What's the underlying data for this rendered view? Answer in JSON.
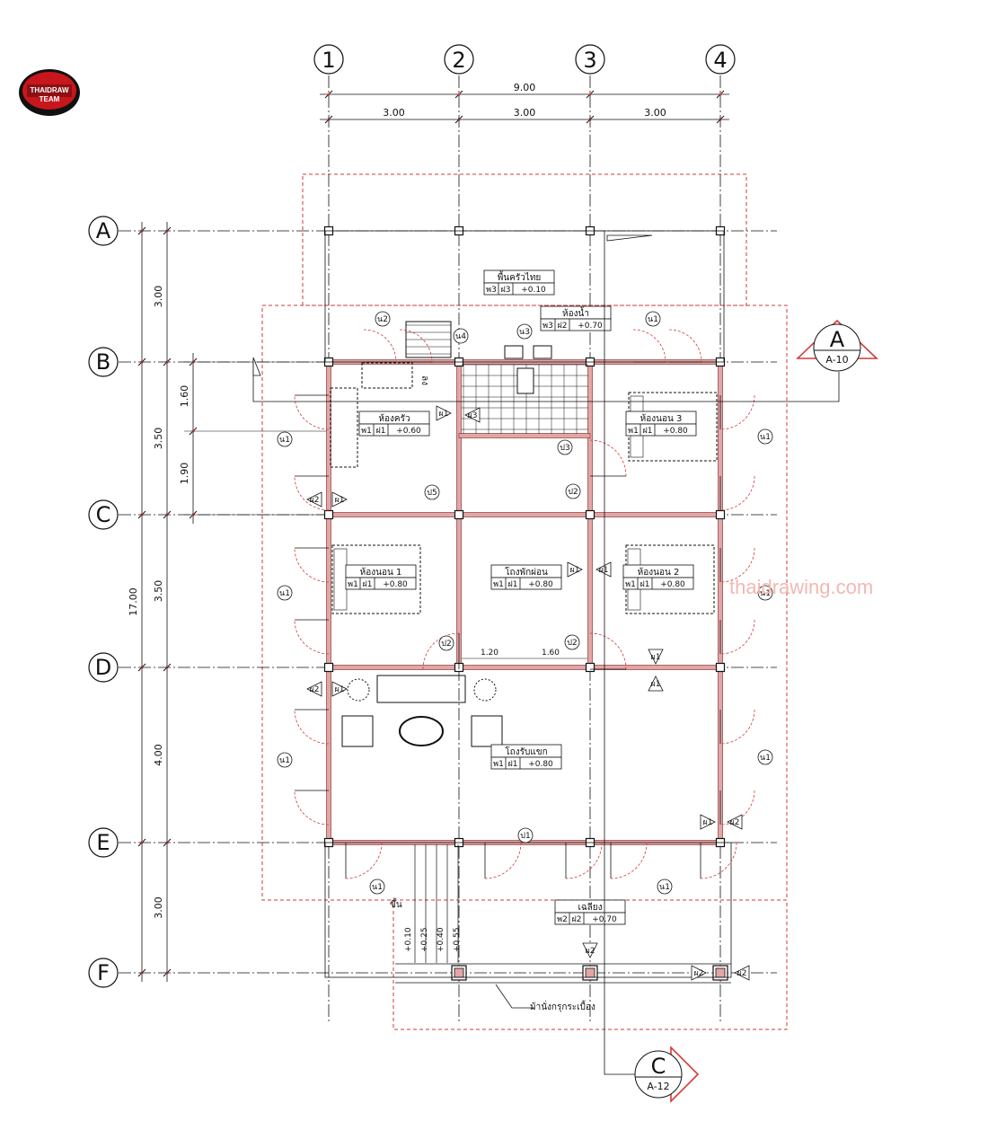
{
  "logo": {
    "brand": "THAIDRAW",
    "sub": "TEAM"
  },
  "watermark": "thaidrawing.com",
  "grid": {
    "columns": [
      "1",
      "2",
      "3",
      "4"
    ],
    "rows": [
      "A",
      "B",
      "C",
      "D",
      "E",
      "F"
    ]
  },
  "dimensions": {
    "overall_width": "9.00",
    "bays": [
      "3.00",
      "3.00",
      "3.00"
    ],
    "overall_length": "17.00",
    "row_spans": [
      "3.00",
      "3.50",
      "3.50",
      "4.00",
      "3.00"
    ],
    "sub_spans": [
      "1.60",
      "1.90"
    ],
    "door_dims": [
      "1.20",
      "1.60"
    ]
  },
  "rooms": [
    {
      "name": "พื้นครัวไทย",
      "floor": "พ3",
      "ceiling": "ฝ3",
      "level": "+0.10"
    },
    {
      "name": "ห้องน้ำ",
      "floor": "พ3",
      "ceiling": "ฝ2",
      "level": "+0.70"
    },
    {
      "name": "ห้องครัว",
      "floor": "พ1",
      "ceiling": "ฝ1",
      "level": "+0.60"
    },
    {
      "name": "ห้องนอน 3",
      "floor": "พ1",
      "ceiling": "ฝ1",
      "level": "+0.80"
    },
    {
      "name": "ห้องนอน 1",
      "floor": "พ1",
      "ceiling": "ฝ1",
      "level": "+0.80"
    },
    {
      "name": "โถงพักผ่อน",
      "floor": "พ1",
      "ceiling": "ฝ1",
      "level": "+0.80"
    },
    {
      "name": "ห้องนอน 2",
      "floor": "พ1",
      "ceiling": "ฝ1",
      "level": "+0.80"
    },
    {
      "name": "โถงรับแขก",
      "floor": "พ1",
      "ceiling": "ฝ1",
      "level": "+0.80"
    },
    {
      "name": "เฉลียง",
      "floor": "พ2",
      "ceiling": "ฝ2",
      "level": "+0.70"
    }
  ],
  "tags": {
    "door_w1": "น1",
    "door_w2": "น2",
    "door_w3": "น3",
    "door_w4": "น4",
    "door_p1": "ป1",
    "door_p2": "ป2",
    "door_p3": "ป3",
    "door_p5": "ป5",
    "wall_f1": "ผ1",
    "wall_f2": "ผ2",
    "wall_f3": "ผ3"
  },
  "annotations": {
    "stair_down": "ลง",
    "stair_up": "ขึ้น",
    "bench": "ม้านั่งกรุกระเบื้อง",
    "step_levels": [
      "+0.10",
      "+0.25",
      "+0.40",
      "+0.55"
    ]
  },
  "sections": [
    {
      "letter": "A",
      "ref": "A-10"
    },
    {
      "letter": "C",
      "ref": "A-12"
    }
  ],
  "colors": {
    "line": "#111111",
    "red": "#d23a3a",
    "wall_fill": "#e3a6a6"
  }
}
